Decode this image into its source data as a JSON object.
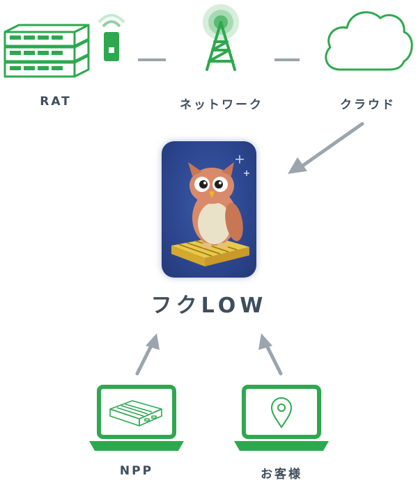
{
  "nodes": {
    "rat": {
      "label": "RAT",
      "icon": "server-rack-icon"
    },
    "network": {
      "label": "ネットワーク",
      "icon": "antenna-tower-icon"
    },
    "cloud": {
      "label": "クラウド",
      "icon": "cloud-icon"
    },
    "center": {
      "label": "フクLOW",
      "icon": "owl-logo-icon"
    },
    "npp": {
      "label": "NPP",
      "icon": "laptop-router-icon"
    },
    "customer": {
      "label": "お客様",
      "icon": "laptop-location-icon"
    }
  },
  "colors": {
    "green": "#2ea84f",
    "text": "#3e4e5c",
    "arrow": "#9aa5ad"
  }
}
